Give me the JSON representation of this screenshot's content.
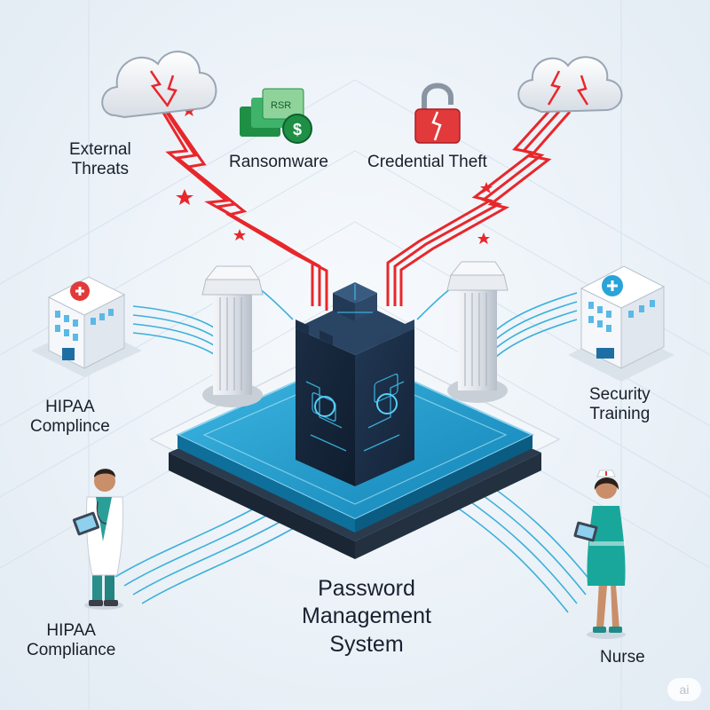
{
  "labels": {
    "external_threats": [
      "External",
      "Threats"
    ],
    "ransomware": "Ransomware",
    "credential_theft": "Credential Theft",
    "hipaa_left_top": [
      "HIPAA",
      "Complince"
    ],
    "security_training": [
      "Security",
      "Training"
    ],
    "hipaa_left_bottom": [
      "HIPAA",
      "Compliance"
    ],
    "nurse": "Nurse",
    "center": [
      "Password",
      "Management",
      "System"
    ]
  },
  "ransom_note_text": "RSR",
  "money_symbol": "$",
  "badge": "ai",
  "colors": {
    "threat_red": "#e8272b",
    "flow_blue": "#29a9d8",
    "platform_blue": "#1f97c8",
    "cube_dark": "#1c2f45",
    "scrub_teal": "#17a39b",
    "pillar_grey": "#d9dde3"
  }
}
